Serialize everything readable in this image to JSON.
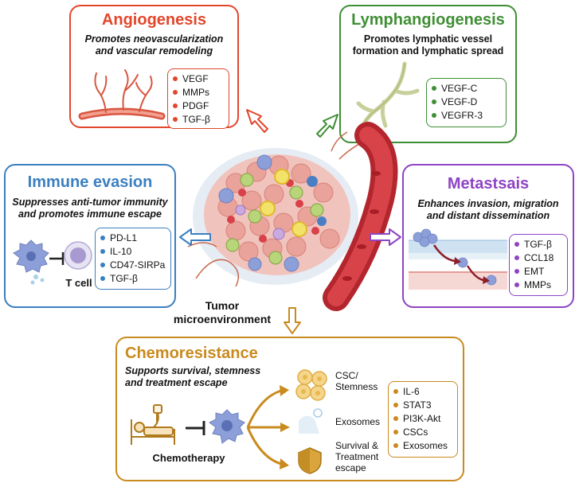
{
  "angiogenesis": {
    "title": "Angiogenesis",
    "subtitle": [
      "Promotes neovascularization",
      "and vascular remodeling"
    ],
    "items": [
      "VEGF",
      "MMPs",
      "PDGF",
      "TGF-β"
    ],
    "color": "#e2472c"
  },
  "lymphangiogenesis": {
    "title": "Lymphangiogenesis",
    "subtitle": [
      "Promotes lymphatic vessel",
      "formation and lymphatic spread"
    ],
    "items": [
      "VEGF-C",
      "VEGF-D",
      "VEGFR-3"
    ],
    "color": "#3f8f35"
  },
  "immune_evasion": {
    "title": "Immune evasion",
    "subtitle": [
      "Suppresses anti-tumor immunity",
      "and promotes immune escape"
    ],
    "items": [
      "PD-L1",
      "IL-10",
      "CD47-SIRPa",
      "TGF-β"
    ],
    "cell_label": "T cell",
    "color": "#3b7fc0"
  },
  "metastasis": {
    "title": "Metastsais",
    "subtitle": [
      "Enhances invasion, migration",
      "and distant dissemination"
    ],
    "items": [
      "TGF-β",
      "CCL18",
      "EMT",
      "MMPs"
    ],
    "color": "#8e44c4"
  },
  "center": {
    "label": [
      "Tumor",
      "microenvironment"
    ]
  },
  "chemoresistance": {
    "title": "Chemoresistance",
    "subtitle": [
      "Supports survival, stemness",
      "and treatment escape"
    ],
    "items": [
      "IL-6",
      "STAT3",
      "PI3K-Akt",
      "CSCs",
      "Exosomes"
    ],
    "therapy_label": "Chemotherapy",
    "outcomes": [
      {
        "label": [
          "CSC/",
          "Stemness"
        ]
      },
      {
        "label": [
          "Exosomes"
        ]
      },
      {
        "label": [
          "Survival &",
          "Treatment",
          "escape"
        ]
      }
    ],
    "color": "#c98a1e"
  }
}
